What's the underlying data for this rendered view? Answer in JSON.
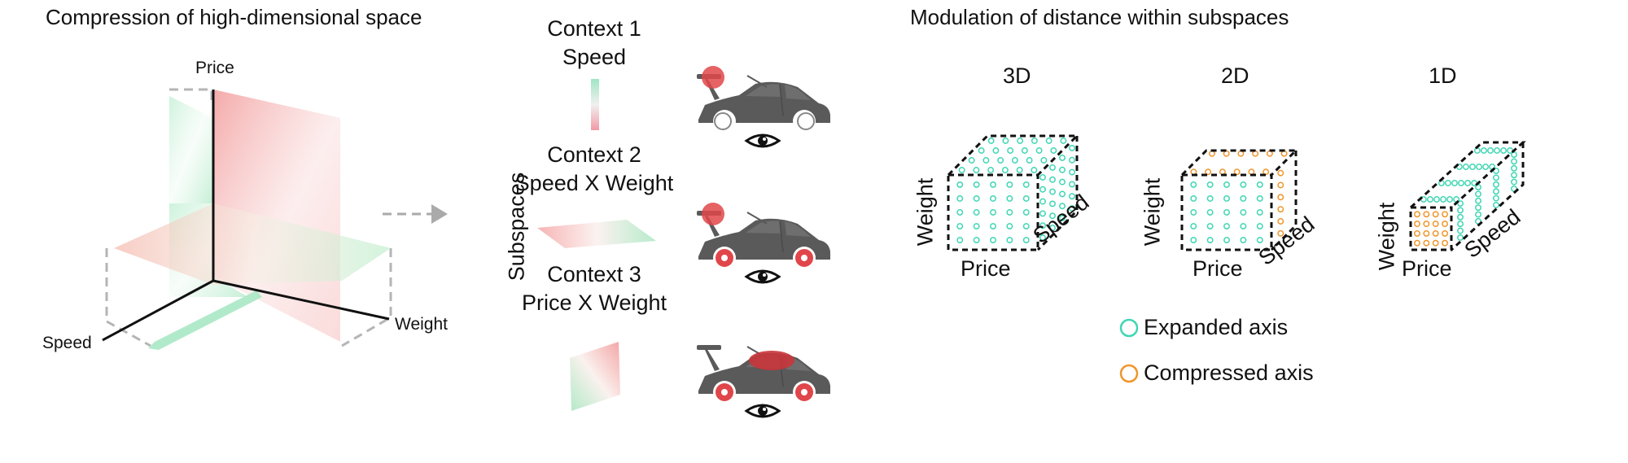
{
  "left_panel": {
    "title": "Compression of high-dimensional space",
    "axes": {
      "price": "Price",
      "speed": "Speed",
      "weight": "Weight"
    },
    "arrow_label": "Subspaces"
  },
  "contexts": [
    {
      "title": "Context 1",
      "subtitle": "Speed"
    },
    {
      "title": "Context 2",
      "subtitle": "Speed X Weight"
    },
    {
      "title": "Context 3",
      "subtitle": "Price X Weight"
    }
  ],
  "right_panel": {
    "title": "Modulation of distance within subspaces",
    "cubes": [
      {
        "dim": "3D",
        "front": "Price",
        "side": "Weight",
        "depth": "Speed"
      },
      {
        "dim": "2D",
        "front": "Price",
        "side": "Weight",
        "depth": "Speed"
      },
      {
        "dim": "1D",
        "front": "Price",
        "side": "Weight",
        "depth": "Speed"
      }
    ],
    "legend": [
      {
        "label": "Expanded axis",
        "color": "#3fd6b4"
      },
      {
        "label": "Compressed axis",
        "color": "#f0952a"
      }
    ]
  },
  "colors": {
    "red_plane": "#f08a8a",
    "green_plane": "#8fe0b4",
    "car": "#5a5a5a",
    "highlight": "#e0464a"
  }
}
